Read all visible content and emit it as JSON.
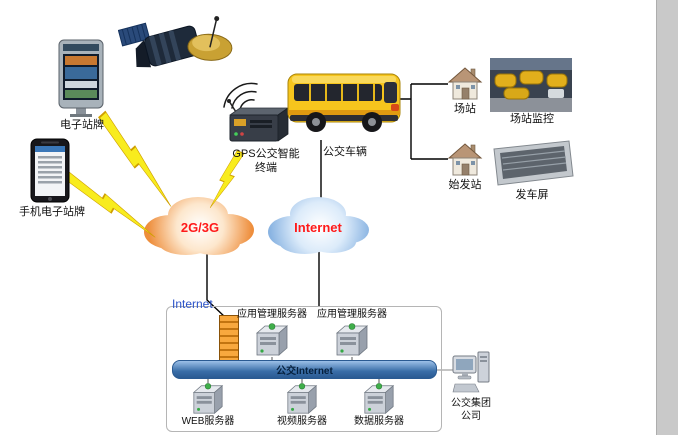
{
  "devices": {
    "kiosk": {
      "label": "电子站牌"
    },
    "phone": {
      "label": "手机电子站牌"
    },
    "gps_terminal": {
      "label_line1": "GPS公交智能",
      "label_line2": "终端"
    },
    "bus": {
      "label": "公交车辆"
    }
  },
  "right_side": {
    "station": {
      "label": "场站"
    },
    "station_monitor": {
      "label": "场站监控"
    },
    "origin_station": {
      "label": "始发站"
    },
    "departure_screen": {
      "label": "发车屏"
    }
  },
  "clouds": {
    "cellular": {
      "label": "2G/3G",
      "text_color": "#ff1a1a",
      "edge_color": "#ee8e3c"
    },
    "internet": {
      "label": "Internet",
      "text_color": "#ff1a1a",
      "edge_color": "#8ab4e2"
    }
  },
  "server_box": {
    "internet_label": "Internet",
    "app_server_1_label": "应用管理服务器",
    "app_server_2_label": "应用管理服务器",
    "backbone_label": "公交Internet",
    "web_server_label": "WEB服务器",
    "video_server_label": "视频服务器",
    "data_server_label": "数据服务器"
  },
  "company": {
    "label_line1": "公交集团",
    "label_line2": "公司"
  },
  "icons": {
    "satellite": "satellite-icon",
    "signal_waves": "signal-waves-icon",
    "lightning": "lightning-bolt-icon",
    "firewall": "firewall-icon",
    "server": "server-icon",
    "house": "house-icon",
    "computer": "computer-icon"
  },
  "colors": {
    "backbone_bar": "#4a7cb8",
    "lightning": "#f8ec1e",
    "connector_line": "#000000",
    "box_border": "#b5b5b5",
    "page_edge": "#c9c9c9"
  }
}
